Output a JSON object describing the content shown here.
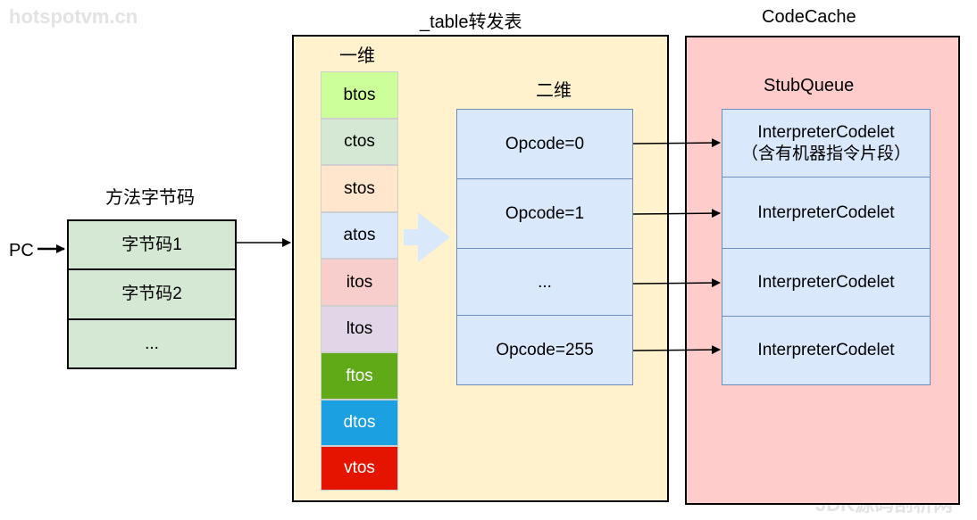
{
  "watermark_top": "hotspotvm.cn",
  "watermark_bottom": "JDK源码剖析网",
  "bytecode": {
    "title": "方法字节码",
    "pc_label": "PC",
    "rows": [
      "字节码1",
      "字节码2",
      "..."
    ]
  },
  "table": {
    "title": "_table转发表",
    "dim1_label": "一维",
    "dim2_label": "二维",
    "tos_states": [
      {
        "label": "btos",
        "color": "#ccff99"
      },
      {
        "label": "ctos",
        "color": "#d5e8d4"
      },
      {
        "label": "stos",
        "color": "#ffe6cc"
      },
      {
        "label": "atos",
        "color": "#dae8fc"
      },
      {
        "label": "itos",
        "color": "#f8cecc"
      },
      {
        "label": "ltos",
        "color": "#e1d5e7"
      },
      {
        "label": "ftos",
        "color": "#60a917",
        "text_color": "#ffffff"
      },
      {
        "label": "dtos",
        "color": "#1ba1e2",
        "text_color": "#ffffff"
      },
      {
        "label": "vtos",
        "color": "#e51400",
        "text_color": "#ffffff"
      }
    ],
    "opcodes": [
      "Opcode=0",
      "Opcode=1",
      "...",
      "Opcode=255"
    ]
  },
  "codecache": {
    "title": "CodeCache",
    "stubqueue_label": "StubQueue",
    "codelets": [
      {
        "line1": "InterpreterCodelet",
        "line2": "（含有机器指令片段）"
      },
      {
        "line1": "InterpreterCodelet",
        "line2": ""
      },
      {
        "line1": "InterpreterCodelet",
        "line2": ""
      },
      {
        "line1": "InterpreterCodelet",
        "line2": ""
      }
    ]
  },
  "colors": {
    "table_bg": "#fff2cc",
    "codecache_bg": "#ffcccc",
    "bytecode_bg": "#d5e8d4",
    "opcode_bg": "#dae8fc",
    "codelet_bg": "#dae8fc",
    "block_arrow": "#dae8fc"
  }
}
